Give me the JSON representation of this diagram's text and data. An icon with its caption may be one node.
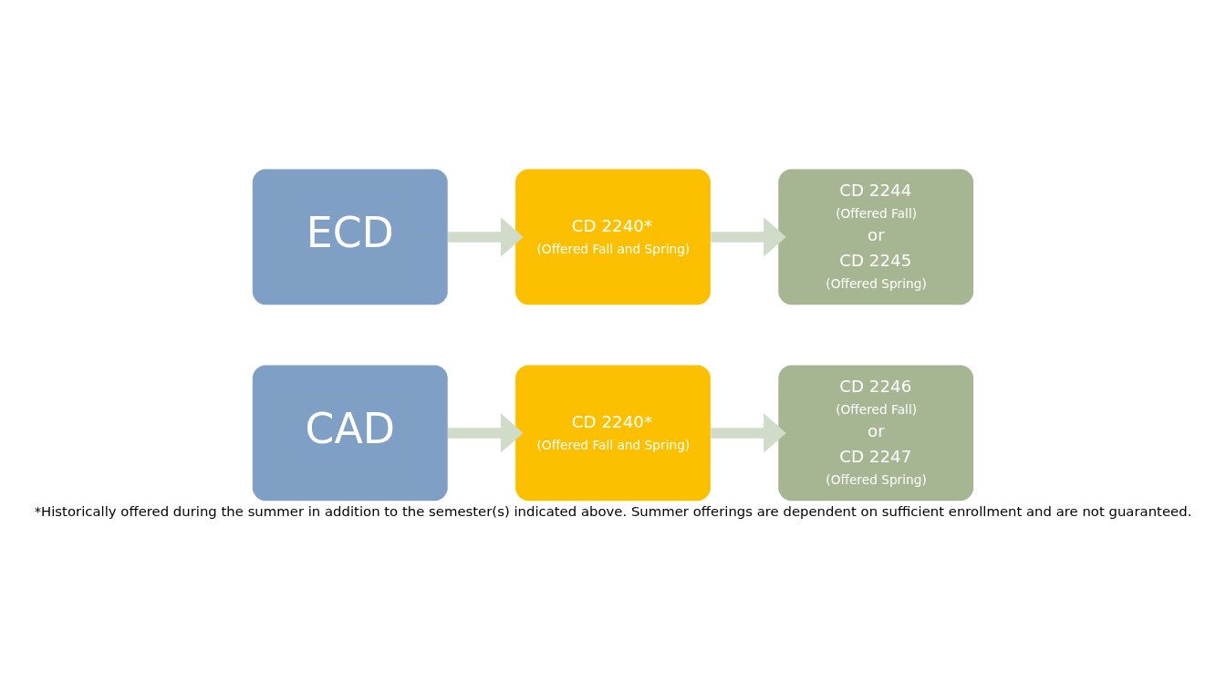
{
  "diagram": {
    "caption": "*Historically offered during the summer in addition to the semester(s) indicated above. Summer offerings are dependent on sufficient enrollment and are not guaranteed.",
    "nodes": [
      {
        "text": [
          "ECD"
        ]
      },
      {
        "text": [
          "CD 2240*",
          "(Offered Fall and Spring)"
        ]
      },
      {
        "text": [
          "CD 2244",
          "(Offered Fall)",
          "or",
          "CD 2245",
          "(Offered Spring)"
        ]
      },
      {
        "text": [
          "CAD"
        ]
      },
      {
        "text": [
          "CD 2240*",
          "(Offered Fall and Spring)"
        ]
      },
      {
        "text": [
          "CD 2246",
          "(Offered Fall)",
          "or",
          "CD 2247",
          "(Offered Spring)"
        ]
      }
    ],
    "edges": [
      {
        "from": 0,
        "to": 1,
        "arrow": "to"
      },
      {
        "from": 1,
        "to": 2,
        "arrow": "to"
      },
      {
        "from": 3,
        "to": 4,
        "arrow": "to"
      },
      {
        "from": 4,
        "to": 5,
        "arrow": "to"
      }
    ]
  }
}
